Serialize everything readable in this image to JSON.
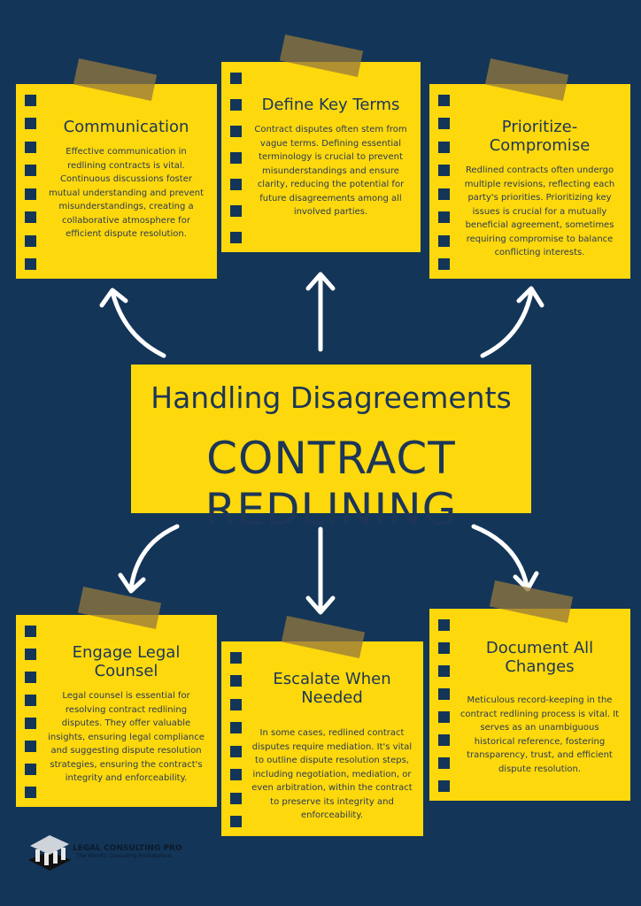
{
  "header": {
    "subtitle": "Handling Disagreements",
    "title": "CONTRACT REDLINING"
  },
  "cards": [
    {
      "title": "Communication",
      "body": "Effective communication in redlining contracts is vital. Continuous discussions foster mutual understanding and prevent misunderstandings, creating a collaborative atmosphere for efficient dispute resolution."
    },
    {
      "title": "Define Key Terms",
      "body": "Contract disputes often stem from vague terms. Defining essential terminology is crucial to prevent misunderstandings and ensure clarity, reducing the potential for future disagreements among all involved parties."
    },
    {
      "title": "Prioritize-Compromise",
      "body": "Redlined contracts often undergo multiple revisions, reflecting each party's priorities. Prioritizing key issues is crucial for a mutually beneficial agreement, sometimes requiring compromise to balance conflicting interests."
    },
    {
      "title": "Engage Legal Counsel",
      "body": "Legal counsel is essential for resolving contract redlining disputes. They offer valuable insights, ensuring legal compliance and suggesting dispute resolution strategies, ensuring the contract's integrity and enforceability."
    },
    {
      "title": "Escalate When Needed",
      "body": "In some cases, redlined contract disputes require mediation. It's vital to outline dispute resolution steps, including negotiation, mediation, or even arbitration, within the contract to preserve its integrity and enforceability."
    },
    {
      "title": "Document All Changes",
      "body": "Meticulous record-keeping in the contract redlining process is vital. It serves as an unambiguous historical reference, fostering transparency, trust, and efficient dispute resolution."
    }
  ],
  "logo": {
    "name": "LEGAL CONSULTING PRO",
    "tagline": "The World's Consulting Marketplace"
  },
  "colors": {
    "background": "#133558",
    "note": "#fdd80c",
    "text": "#1c3658"
  }
}
